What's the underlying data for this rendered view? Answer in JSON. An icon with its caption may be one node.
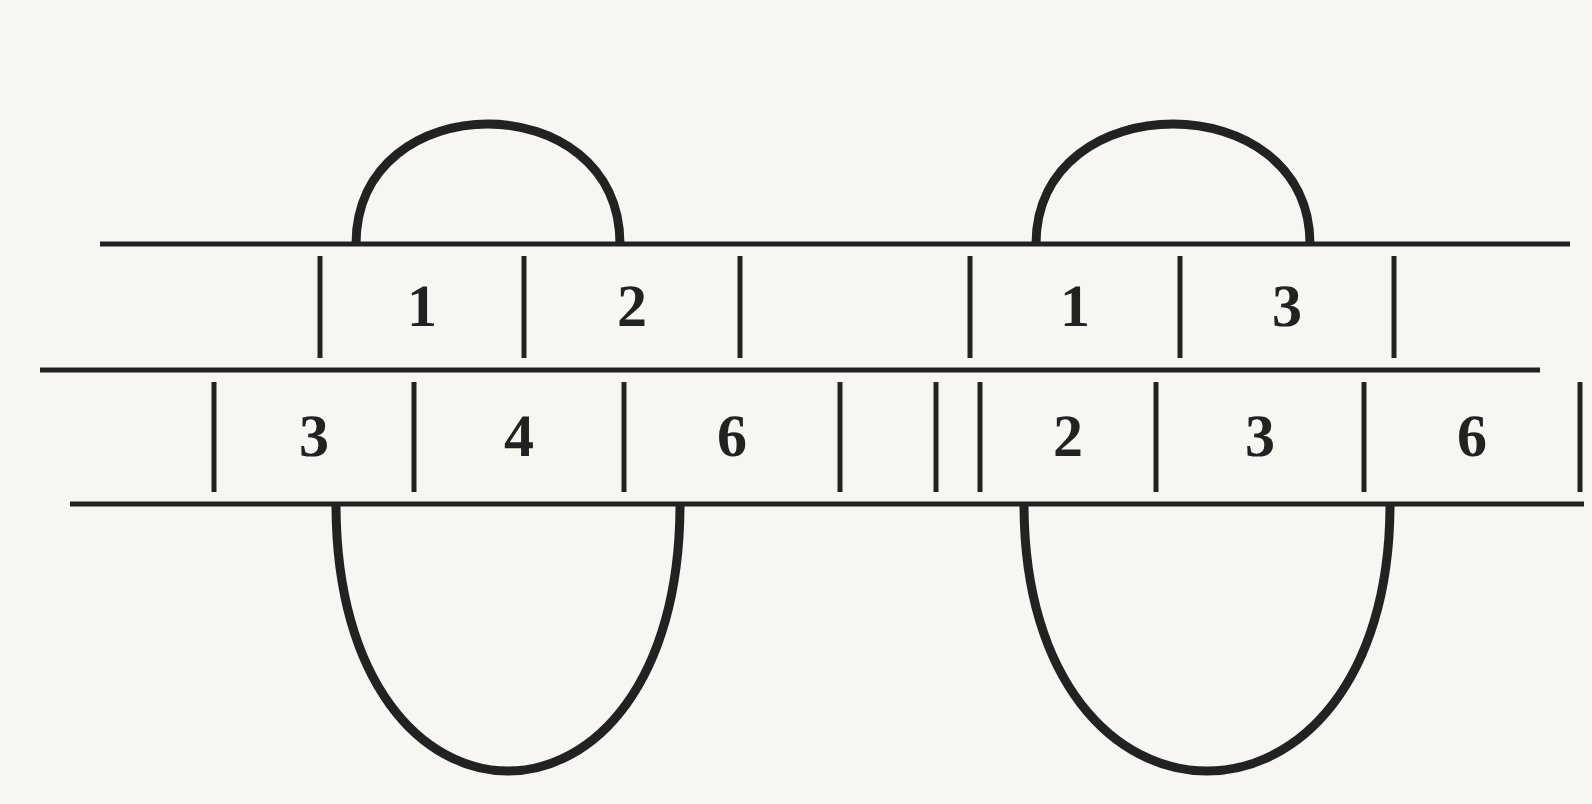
{
  "diagram": {
    "nodes": [
      {
        "text": [
          "1"
        ]
      },
      {
        "text": [
          "2"
        ]
      },
      {
        "text": [
          "1"
        ]
      },
      {
        "text": [
          "3"
        ]
      },
      {
        "text": [
          "3"
        ]
      },
      {
        "text": [
          "4"
        ]
      },
      {
        "text": [
          "6"
        ]
      },
      {
        "text": [
          "2"
        ]
      },
      {
        "text": [
          "3"
        ]
      },
      {
        "text": [
          "6"
        ]
      }
    ],
    "edges": [
      {
        "from": 0,
        "to": 1,
        "arrow": "none"
      },
      {
        "from": 2,
        "to": 3,
        "arrow": "none"
      },
      {
        "from": 4,
        "to": 6,
        "arrow": "none"
      },
      {
        "from": 7,
        "to": 9,
        "arrow": "none"
      }
    ]
  }
}
